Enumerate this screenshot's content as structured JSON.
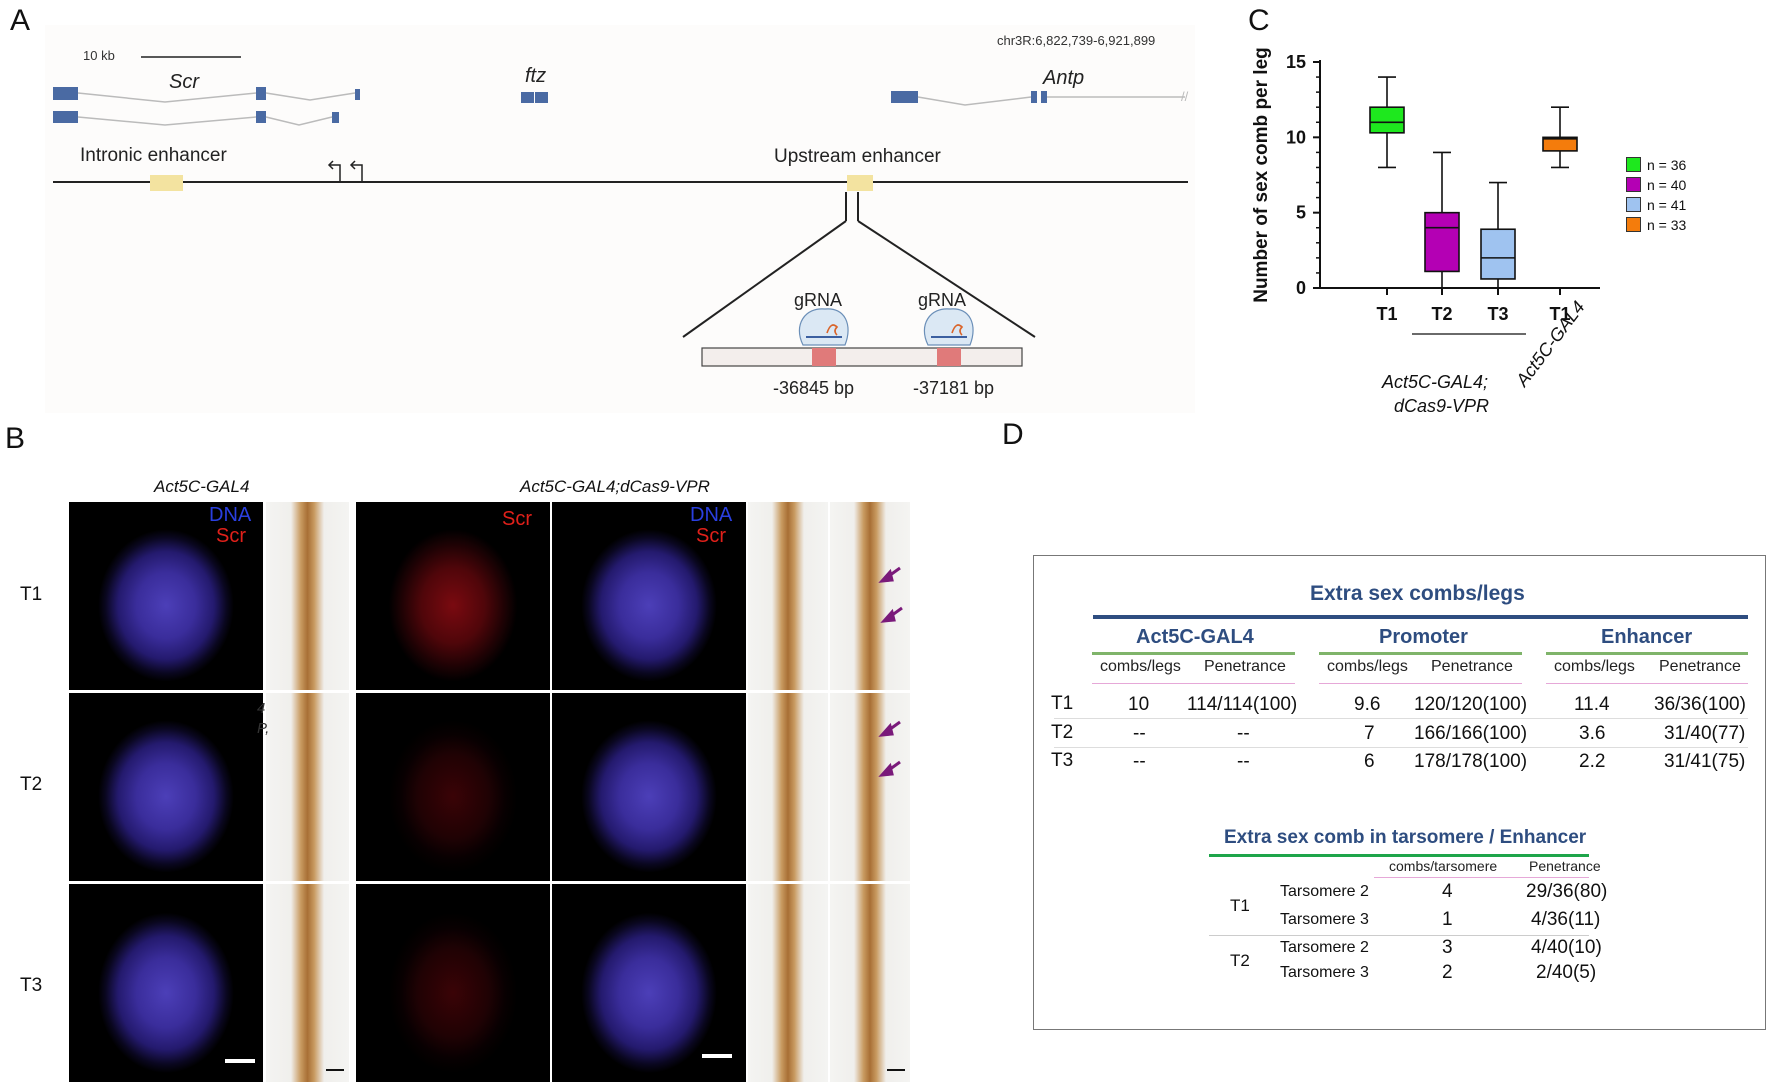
{
  "panel_letters": {
    "a": "A",
    "b": "B",
    "c": "C",
    "d": "D"
  },
  "panel_a": {
    "scale_label": "10 kb",
    "coordinates": "chr3R:6,822,739-6,921,899",
    "genes": {
      "scr": "Scr",
      "ftz": "ftz",
      "antp": "Antp"
    },
    "intronic_enhancer": "Intronic enhancer",
    "upstream_enhancer": "Upstream enhancer",
    "grna_1": "gRNA",
    "grna_2": "gRNA",
    "site_1": "-36845 bp",
    "site_2": "-37181 bp",
    "colors": {
      "exon": "#4a6aa3",
      "enhancer": "#f3e3a0",
      "grna_site": "#e07a7a"
    }
  },
  "panel_b": {
    "header_left": "Act5C-GAL4",
    "header_right": "Act5C-GAL4;dCas9-VPR",
    "rows": [
      "T1",
      "T2",
      "T3"
    ],
    "stain_dna": "DNA",
    "stain_scr": "Scr",
    "stray_t2_a": "4",
    "stray_t2_b": "P,",
    "colors": {
      "dna": "#2a3fe0",
      "scr": "#e0201a",
      "arrow": "#7a1a7a"
    }
  },
  "chart_data": {
    "type": "box",
    "ylabel": "Number of sex comb per leg",
    "ylim": [
      0,
      15
    ],
    "yticks": [
      0,
      5,
      10,
      15
    ],
    "categories": [
      "T1",
      "T2",
      "T3",
      "T1"
    ],
    "group_label_1": "Act5C-GAL4;",
    "group_label_2": "dCas9-VPR",
    "group_label_3": "Act5C-GAL4",
    "series": [
      {
        "name": "n = 36",
        "color": "#1ee81e",
        "min": 8,
        "q1": 10.3,
        "median": 11,
        "q3": 12,
        "max": 14
      },
      {
        "name": "n = 40",
        "color": "#b400b4",
        "min": 0,
        "q1": 1.1,
        "median": 4,
        "q3": 5,
        "max": 9
      },
      {
        "name": "n = 41",
        "color": "#9fc3f0",
        "min": 0,
        "q1": 0.6,
        "median": 2,
        "q3": 3.9,
        "max": 7
      },
      {
        "name": "n = 33",
        "color": "#f47c0c",
        "min": 8,
        "q1": 9.1,
        "median": 9.9,
        "q3": 10,
        "max": 12
      }
    ],
    "legend_position": "right"
  },
  "panel_d": {
    "title": "Extra sex combs/legs",
    "groups": [
      "Act5C-GAL4",
      "Promoter",
      "Enhancer"
    ],
    "sub_headers": [
      "combs/legs",
      "Penetrance"
    ],
    "rows": [
      {
        "label": "T1",
        "cells": [
          "10",
          "114/114(100)",
          "9.6",
          "120/120(100)",
          "11.4",
          "36/36(100)"
        ]
      },
      {
        "label": "T2",
        "cells": [
          "--",
          "--",
          "7",
          "166/166(100)",
          "3.6",
          "31/40(77)"
        ]
      },
      {
        "label": "T3",
        "cells": [
          "--",
          "--",
          "6",
          "178/178(100)",
          "2.2",
          "31/41(75)"
        ]
      }
    ],
    "title2": "Extra sex comb in tarsomere / Enhancer",
    "sub_headers2": [
      "combs/tarsomere",
      "Penetrance"
    ],
    "rows2": [
      {
        "leg": "T1",
        "items": [
          {
            "tarsomere": "Tarsomere 2",
            "combs": "4",
            "pen": "29/36(80)"
          },
          {
            "tarsomere": "Tarsomere 3",
            "combs": "1",
            "pen": "4/36(11)"
          }
        ]
      },
      {
        "leg": "T2",
        "items": [
          {
            "tarsomere": "Tarsomere 2",
            "combs": "3",
            "pen": "4/40(10)"
          },
          {
            "tarsomere": "Tarsomere 3",
            "combs": "2",
            "pen": "2/40(5)"
          }
        ]
      }
    ]
  }
}
